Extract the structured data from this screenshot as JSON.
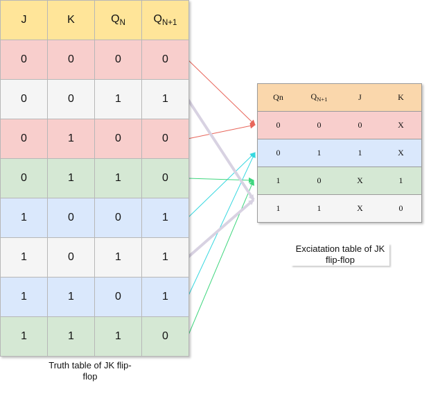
{
  "colors": {
    "header": "#ffe599",
    "header_excit": "#fad7ac",
    "red": "#f8cecc",
    "gray": "#f5f5f5",
    "green": "#d5e8d4",
    "blue": "#dae8fc",
    "arrow_red": "#e8655a",
    "arrow_cyan": "#36d8e0",
    "arrow_green": "#3fd67e",
    "arrow_gray": "#d8d2e2"
  },
  "truth_table": {
    "headers": [
      {
        "main": "J",
        "sub": ""
      },
      {
        "main": "K",
        "sub": ""
      },
      {
        "main": "Q",
        "sub": "N"
      },
      {
        "main": "Q",
        "sub": "N+1"
      }
    ],
    "rows": [
      {
        "color": "red",
        "cells": [
          "0",
          "0",
          "0",
          "0"
        ]
      },
      {
        "color": "gray",
        "cells": [
          "0",
          "0",
          "1",
          "1"
        ]
      },
      {
        "color": "red",
        "cells": [
          "0",
          "1",
          "0",
          "0"
        ]
      },
      {
        "color": "green",
        "cells": [
          "0",
          "1",
          "1",
          "0"
        ]
      },
      {
        "color": "blue",
        "cells": [
          "1",
          "0",
          "0",
          "1"
        ]
      },
      {
        "color": "gray",
        "cells": [
          "1",
          "0",
          "1",
          "1"
        ]
      },
      {
        "color": "blue",
        "cells": [
          "1",
          "1",
          "0",
          "1"
        ]
      },
      {
        "color": "green",
        "cells": [
          "1",
          "1",
          "1",
          "0"
        ]
      }
    ],
    "caption": "Truth table of JK flip-flop"
  },
  "excitation_table": {
    "headers": [
      {
        "main": "Qn",
        "sub": ""
      },
      {
        "main": "Q",
        "sub": "N+1"
      },
      {
        "main": "J",
        "sub": ""
      },
      {
        "main": "K",
        "sub": ""
      }
    ],
    "rows": [
      {
        "color": "red",
        "cells": [
          "0",
          "0",
          "0",
          "X"
        ]
      },
      {
        "color": "blue",
        "cells": [
          "0",
          "1",
          "1",
          "X"
        ]
      },
      {
        "color": "green",
        "cells": [
          "1",
          "0",
          "X",
          "1"
        ]
      },
      {
        "color": "gray",
        "cells": [
          "1",
          "1",
          "X",
          "0"
        ]
      }
    ],
    "caption": "Exciatation table of JK flip-flop"
  },
  "links": [
    {
      "from": 0,
      "to": 0,
      "color": "arrow_red"
    },
    {
      "from": 2,
      "to": 0,
      "color": "arrow_red"
    },
    {
      "from": 4,
      "to": 1,
      "color": "arrow_cyan"
    },
    {
      "from": 6,
      "to": 1,
      "color": "arrow_cyan"
    },
    {
      "from": 3,
      "to": 2,
      "color": "arrow_green"
    },
    {
      "from": 7,
      "to": 2,
      "color": "arrow_green"
    },
    {
      "from": 1,
      "to": 3,
      "color": "arrow_gray"
    },
    {
      "from": 5,
      "to": 3,
      "color": "arrow_gray"
    }
  ]
}
